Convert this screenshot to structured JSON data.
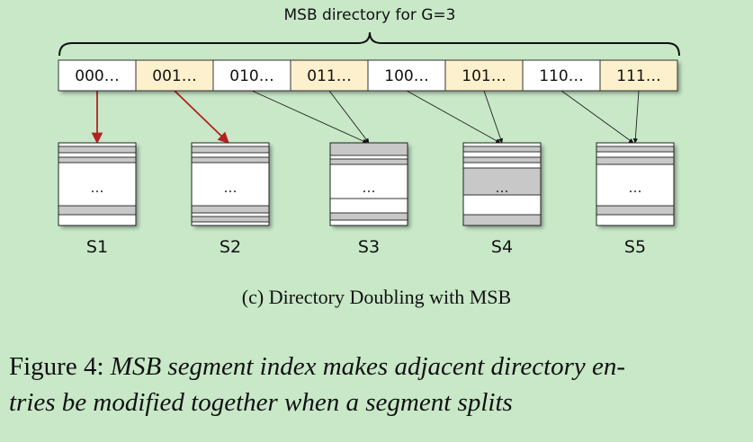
{
  "diagram": {
    "brace_label": "MSB directory for G=3",
    "directory_entries": [
      "000…",
      "001…",
      "010…",
      "011…",
      "100…",
      "101…",
      "110…",
      "111…"
    ],
    "segments": [
      "S1",
      "S2",
      "S3",
      "S4",
      "S5"
    ],
    "segment_placeholder": "…",
    "colors": {
      "entry_white": "#ffffff",
      "entry_highlight": "#fdf0cc",
      "stripe_gray": "#c8c8c8",
      "arrow_red": "#b22222",
      "arrow_dark": "#222222",
      "background": "#c8e8c8"
    }
  },
  "caption": {
    "subfigure": "(c) Directory Doubling with MSB",
    "figure_label": "Figure 4:",
    "figure_line1": "MSB segment index makes adjacent directory en-",
    "figure_line2": "tries be modified together when a segment splits"
  }
}
